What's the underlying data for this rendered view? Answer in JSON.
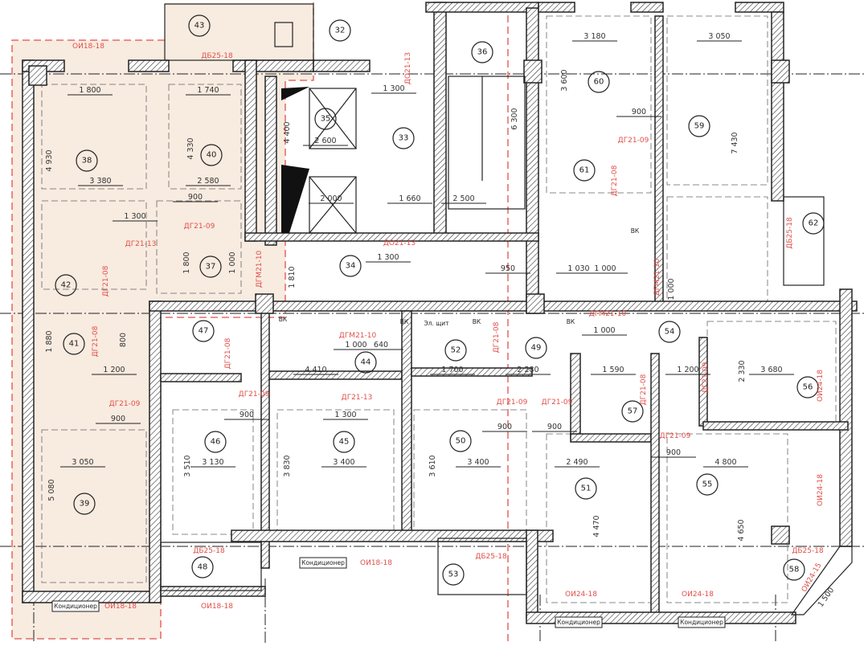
{
  "drawing": {
    "title": "Floor plan",
    "accent_color": "#e0504a",
    "highlight_fill": "#f8ebe0"
  },
  "rooms": [
    "43",
    "32",
    "36",
    "35",
    "33",
    "34",
    "38",
    "40",
    "37",
    "42",
    "41",
    "47",
    "44",
    "52",
    "49",
    "54",
    "57",
    "56",
    "46",
    "45",
    "50",
    "51",
    "55",
    "39",
    "48",
    "53",
    "58",
    "60",
    "59",
    "61",
    "62"
  ],
  "dimensions": [
    "1 800",
    "1 740",
    "4 930",
    "4 330",
    "3 380",
    "2 580",
    "900",
    "1 300",
    "1 800",
    "1 000",
    "1 300",
    "4 400",
    "2 600",
    "2 000",
    "1 660",
    "1 300",
    "1 810",
    "6 300",
    "2 500",
    "3 180",
    "3 050",
    "3 600",
    "900",
    "7 430",
    "950",
    "1 030",
    "1 000",
    "1 000",
    "1 200",
    "1 880",
    "800",
    "3 050",
    "5 080",
    "900",
    "3 130",
    "3 510",
    "3 400",
    "3 830",
    "4 410",
    "1 000",
    "640",
    "1 300",
    "900",
    "3 400",
    "3 610",
    "2 280",
    "1 700",
    "900",
    "900",
    "2 490",
    "4 470",
    "4 800",
    "4 650",
    "900",
    "3 680",
    "2 330",
    "1 590",
    "1 200",
    "1 000",
    "1 500"
  ],
  "openings": [
    "ОИ18-18",
    "ДБ25-18",
    "ДО21-13",
    "ДГ21-09",
    "ДГ21-13",
    "ДГ21-08",
    "ДГМ21-10",
    "ДО21-13",
    "ДГ21-09",
    "ДГ21-08",
    "ДГМ21-10",
    "ДБ25-18",
    "ДГ21-08",
    "ДГ21-09",
    "ДГ21-08",
    "ДГ21-09",
    "ДГМ21-10",
    "ДГ21-13",
    "ДГ21-08",
    "ДГМ21-10",
    "ДГ21-09",
    "ДГ21-09",
    "ДГ21-08",
    "ДГ21-09",
    "ДГ21-09",
    "ОИ24-18",
    "ОИ24-18",
    "ДБ25-18",
    "ОИ18-18",
    "ОИ18-18",
    "ОИ18-18",
    "ДБ25-18",
    "ОИ24-18",
    "ОИ24-18",
    "ДБ25-18",
    "ОИ24-15"
  ],
  "ac_units": [
    "Кондиционер",
    "Кондиционер",
    "Кондиционер",
    "Кондиционер"
  ],
  "service_marks": [
    "Эл. щит",
    "ВК",
    "ВК",
    "ВК",
    "ВК",
    "ВК"
  ]
}
